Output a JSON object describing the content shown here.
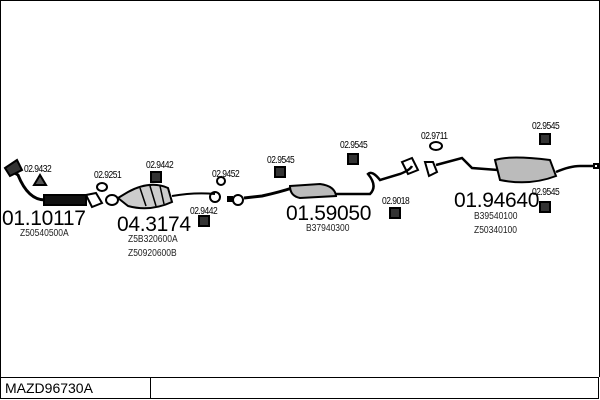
{
  "title": "MAZD96730A",
  "parts": [
    {
      "number": "01.10117",
      "codes": [
        "Z50540500A"
      ]
    },
    {
      "number": "04.3174",
      "codes": [
        "Z5B320600A",
        "Z50920600B"
      ]
    },
    {
      "number": "01.59050",
      "codes": [
        "B37940300"
      ]
    },
    {
      "number": "01.94640",
      "codes": [
        "B39540100",
        "Z50340100"
      ]
    }
  ],
  "accessories": [
    "02.9432",
    "02.9251",
    "02.9442",
    "02.9442",
    "02.9452",
    "02.9545",
    "02.9545",
    "02.9018",
    "02.9711",
    "02.9545",
    "02.9545"
  ]
}
